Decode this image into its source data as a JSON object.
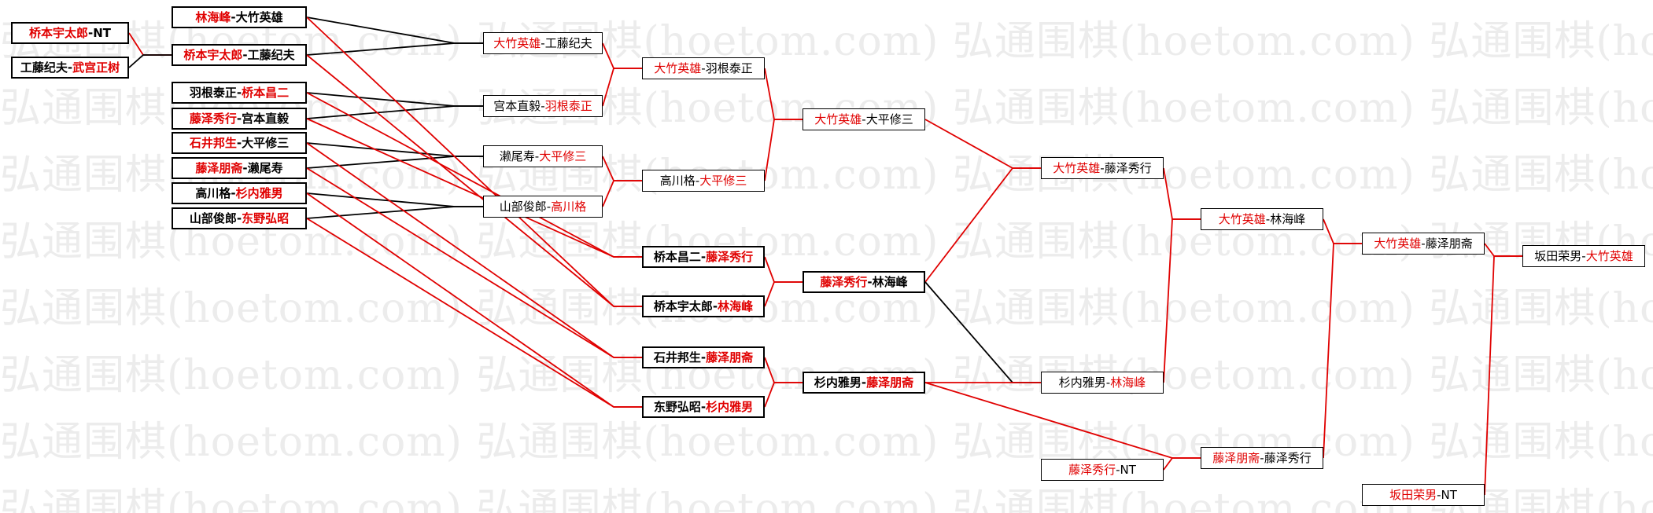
{
  "watermark": {
    "text": "弘通围棋(hoetom.com) 弘通围棋(hoetom.com) 弘通围棋(hoetom.com) 弘通围棋(hoetom.com)"
  },
  "colors": {
    "win": "#e00000",
    "lose": "#000000"
  },
  "matches": [
    {
      "id": "r0a",
      "p1": "桥本宇太郎",
      "p2": "NT",
      "winner": 1
    },
    {
      "id": "r0b",
      "p1": "工藤纪夫",
      "p2": "武宫正树",
      "winner": 2
    },
    {
      "id": "r1a",
      "p1": "林海峰",
      "p2": "大竹英雄",
      "winner": 1
    },
    {
      "id": "r1b",
      "p1": "桥本宇太郎",
      "p2": "工藤纪夫",
      "winner": 1
    },
    {
      "id": "r1c",
      "p1": "羽根泰正",
      "p2": "桥本昌二",
      "winner": 2
    },
    {
      "id": "r1d",
      "p1": "藤泽秀行",
      "p2": "宫本直毅",
      "winner": 1
    },
    {
      "id": "r1e",
      "p1": "石井邦生",
      "p2": "大平修三",
      "winner": 1
    },
    {
      "id": "r1f",
      "p1": "藤泽朋斋",
      "p2": "濑尾寿",
      "winner": 1
    },
    {
      "id": "r1g",
      "p1": "高川格",
      "p2": "杉内雅男",
      "winner": 2
    },
    {
      "id": "r1h",
      "p1": "山部俊郎",
      "p2": "东野弘昭",
      "winner": 2
    },
    {
      "id": "r2a",
      "p1": "大竹英雄",
      "p2": "工藤纪夫",
      "winner": 1
    },
    {
      "id": "r2b",
      "p1": "宫本直毅",
      "p2": "羽根泰正",
      "winner": 2
    },
    {
      "id": "r2c",
      "p1": "濑尾寿",
      "p2": "大平修三",
      "winner": 2
    },
    {
      "id": "r2d",
      "p1": "山部俊郎",
      "p2": "高川格",
      "winner": 2
    },
    {
      "id": "r2e",
      "p1": "桥本昌二",
      "p2": "藤泽秀行",
      "winner": 2
    },
    {
      "id": "r2f",
      "p1": "桥本宇太郎",
      "p2": "林海峰",
      "winner": 2
    },
    {
      "id": "r2g",
      "p1": "石井邦生",
      "p2": "藤泽朋斋",
      "winner": 2
    },
    {
      "id": "r2h",
      "p1": "东野弘昭",
      "p2": "杉内雅男",
      "winner": 2
    },
    {
      "id": "r3a",
      "p1": "大竹英雄",
      "p2": "羽根泰正",
      "winner": 1
    },
    {
      "id": "r3b",
      "p1": "高川格",
      "p2": "大平修三",
      "winner": 2
    },
    {
      "id": "r3c",
      "p1": "藤泽秀行",
      "p2": "林海峰",
      "winner": 1
    },
    {
      "id": "r3d",
      "p1": "杉内雅男",
      "p2": "藤泽朋斋",
      "winner": 2
    },
    {
      "id": "r4a",
      "p1": "大竹英雄",
      "p2": "大平修三",
      "winner": 1
    },
    {
      "id": "r5a",
      "p1": "大竹英雄",
      "p2": "藤泽秀行",
      "winner": 1
    },
    {
      "id": "r5b",
      "p1": "杉内雅男",
      "p2": "林海峰",
      "winner": 2
    },
    {
      "id": "r5c",
      "p1": "藤泽秀行",
      "p2": "NT",
      "winner": 1
    },
    {
      "id": "r6a",
      "p1": "大竹英雄",
      "p2": "林海峰",
      "winner": 1
    },
    {
      "id": "r6b",
      "p1": "藤泽朋斋",
      "p2": "藤泽秀行",
      "winner": 1
    },
    {
      "id": "r7a",
      "p1": "大竹英雄",
      "p2": "藤泽朋斋",
      "winner": 1
    },
    {
      "id": "r7b",
      "p1": "坂田荣男",
      "p2": "NT",
      "winner": 1
    },
    {
      "id": "r8a",
      "p1": "坂田荣男",
      "p2": "大竹英雄",
      "winner": 2
    }
  ]
}
